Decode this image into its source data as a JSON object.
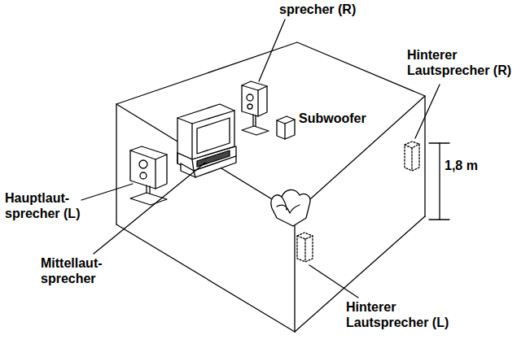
{
  "diagram": {
    "labels": [
      "sprecher (R)",
      "Hinterer Lautsprecher (R)",
      "Subwoofer",
      "1,8 m",
      "Hauptlaut- sprecher (L)",
      "Mittellaut- sprecher",
      "Hinterer Lautsprecher (L)"
    ]
  }
}
